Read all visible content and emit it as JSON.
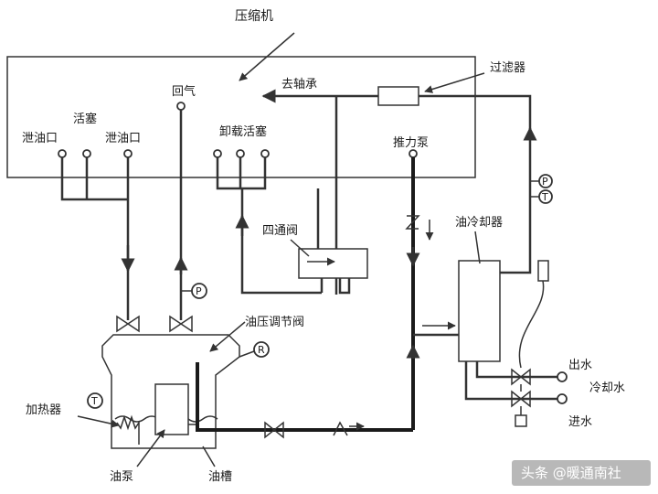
{
  "labels": {
    "compressor": "压缩机",
    "filter": "过滤器",
    "to_bearing": "去轴承",
    "return_gas": "回气",
    "piston": "活塞",
    "oil_inlet_left": "泄油口",
    "oil_inlet_right": "泄油口",
    "unload_piston": "卸载活塞",
    "thrust_pump": "推力泵",
    "oil_cooler": "油冷却器",
    "four_way_valve": "四通阀",
    "oil_pressure_valve": "油压调节阀",
    "heater": "加热器",
    "oil_pump": "油泵",
    "oil_tank": "油槽",
    "water_out": "出水",
    "cooling_water": "冷却水",
    "water_in": "进水"
  },
  "gauges": {
    "pressure_p": "P",
    "temp_t": "T",
    "relief_r": "R"
  },
  "watermark": "头条 @暖通南社",
  "colors": {
    "line": "#333333",
    "background": "#ffffff",
    "text": "#1a1a1a"
  }
}
